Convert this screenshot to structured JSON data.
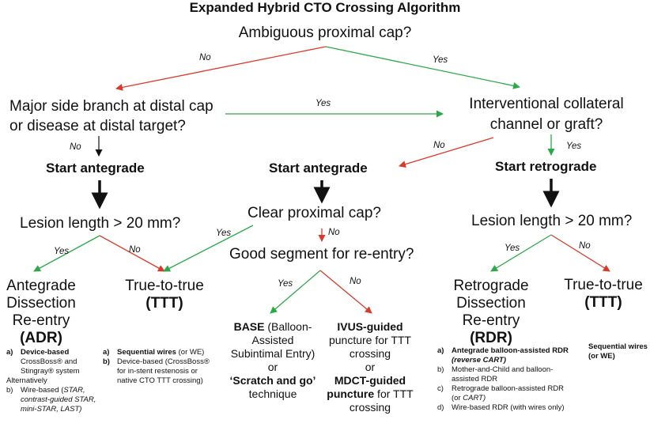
{
  "title": "Expanded Hybrid CTO Crossing Algorithm",
  "nodes": {
    "ambiguous_cap": "Ambiguous proximal cap?",
    "side_branch_l1": "Major side branch at distal cap",
    "side_branch_l2": "or disease at distal target?",
    "collateral_l1": "Interventional collateral",
    "collateral_l2": "channel or graft?",
    "start_antegrade_left": "Start antegrade",
    "start_antegrade_mid": "Start antegrade",
    "start_retrograde": "Start retrograde",
    "lesion_left": "Lesion length > 20 mm?",
    "lesion_right": "Lesion length > 20 mm?",
    "clear_cap": "Clear proximal cap?",
    "good_segment": "Good segment for re-entry?",
    "adr_l1": "Antegrade",
    "adr_l2": "Dissection",
    "adr_l3": "Re-entry",
    "adr_abbr": "(ADR)",
    "ttt_left_l1": "True-to-true",
    "ttt_left_abbr": "(TTT)",
    "rdr_l1": "Retrograde",
    "rdr_l2": "Dissection",
    "rdr_l3": "Re-entry",
    "rdr_abbr": "(RDR)",
    "ttt_right_l1": "True-to-true",
    "ttt_right_abbr": "(TTT)"
  },
  "edge_labels": {
    "top_no": "No",
    "top_yes": "Yes",
    "side_yes": "Yes",
    "side_no": "No",
    "coll_no": "No",
    "coll_yes": "Yes",
    "lesion_left_yes": "Yes",
    "lesion_left_no": "No",
    "clear_yes": "Yes",
    "clear_no": "No",
    "seg_yes": "Yes",
    "seg_no": "No",
    "lesion_right_yes": "Yes",
    "lesion_right_no": "No"
  },
  "base": {
    "b1": "BASE",
    "t1": " (Balloon-",
    "l2": "Assisted",
    "l3": "Subintimal Entry)",
    "or": "or",
    "b2": "‘Scratch and go’",
    "l5": "technique"
  },
  "ivus": {
    "b1": "IVUS-guided",
    "l2": "puncture for TTT",
    "l3": "crossing",
    "or": "or",
    "b2": "MDCT-guided",
    "b3": "puncture",
    "t3": " for TTT",
    "l6": "crossing"
  },
  "adr_notes": {
    "a_key": "a)",
    "a_title": "Device-based",
    "a_l2": "CrossBoss® and",
    "a_l3": "Stingray® system",
    "alt": "Alternatively",
    "b_key": "b)",
    "b_pre": "Wire-based (",
    "b_it1": "STAR,",
    "b_it2": "contrast-guided STAR,",
    "b_it3": "mini-STAR, LAST)"
  },
  "ttt_notes": {
    "a_key": "a)",
    "a_bold": "Sequential wires",
    "a_rest": " (or WE)",
    "b_key": "b)",
    "b_l1": "Device-based (CrossBoss®",
    "b_l2": "for in-stent restenosis or",
    "b_l3": "native CTO TTT crossing)"
  },
  "rdr_notes": {
    "a_key": "a)",
    "a_bold": "Antegrade balloon-assisted RDR",
    "a_it": "(reverse CART)",
    "b_key": "b)",
    "b_l1": "Mother-and-Child and balloon-",
    "b_l2": "assisted RDR",
    "c_key": "c)",
    "c_l1": "Retrograde balloon-assisted RDR",
    "c_l2": "(or ",
    "c_it": "CART)",
    "d_key": "d)",
    "d_l1": "Wire-based RDR (with wires only)"
  },
  "rdr_side_note": {
    "l1": "Sequential wires",
    "l2": "(or WE)"
  },
  "colors": {
    "yes": "#2ca84a",
    "no": "#d93a2b",
    "neutral": "#111111"
  }
}
